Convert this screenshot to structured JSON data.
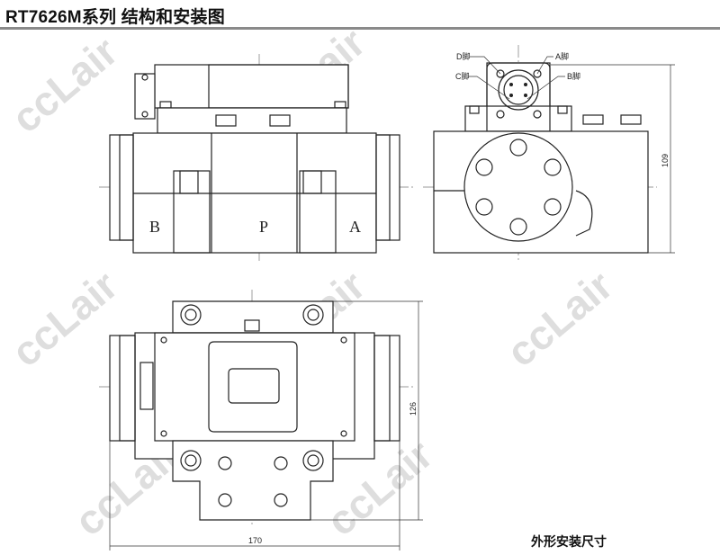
{
  "header": {
    "title": "RT7626M系列  结构和安装图"
  },
  "front_view": {
    "port_labels": [
      "B",
      "P",
      "A"
    ]
  },
  "side_view": {
    "port_labels": {
      "d": "D脚",
      "a": "A脚",
      "c": "C脚",
      "b": "B脚"
    },
    "height_dim": "109"
  },
  "bottom_view": {
    "height_dim": "126",
    "width_dim": "170"
  },
  "caption": "外形安装尺寸",
  "watermark": "ccLair"
}
